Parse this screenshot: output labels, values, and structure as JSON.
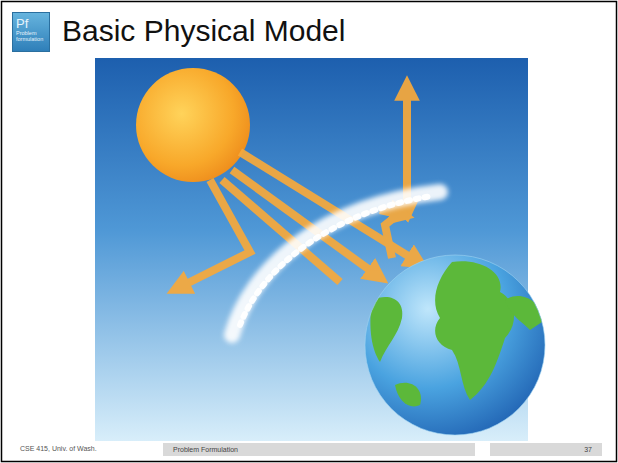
{
  "diagram": {
    "title": "Basic Physical Model",
    "nodes": [
      {
        "text": [
          "Pf",
          "Problem formulation"
        ]
      },
      {
        "text": [
          "Problem Formulation"
        ]
      },
      {
        "text": [
          "37"
        ]
      }
    ],
    "labels": [
      "CSE 415, Univ. of Wash."
    ]
  }
}
